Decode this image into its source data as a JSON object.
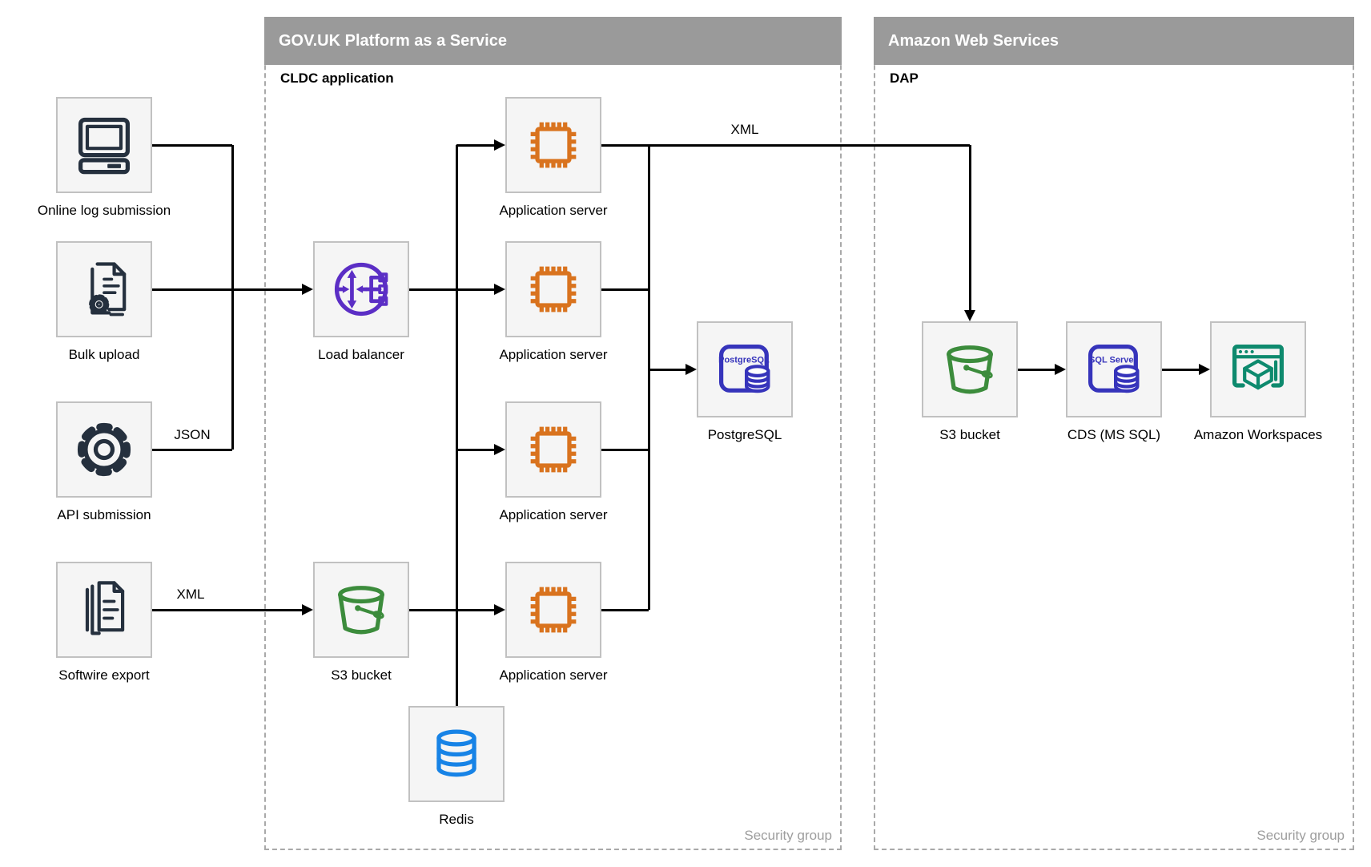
{
  "containers": {
    "paas": {
      "title": "GOV.UK Platform as a Service",
      "sublabel": "CLDC application",
      "security_label": "Security group"
    },
    "aws": {
      "title": "Amazon Web Services",
      "sublabel": "DAP",
      "security_label": "Security group"
    }
  },
  "nodes": {
    "online_log": {
      "label": "Online log submission",
      "icon": "desktop-computer-icon"
    },
    "bulk_upload": {
      "label": "Bulk upload",
      "icon": "document-gear-icon"
    },
    "api_submission": {
      "label": "API submission",
      "icon": "gear-icon"
    },
    "softwire_export": {
      "label": "Softwire export",
      "icon": "documents-stack-icon"
    },
    "load_balancer": {
      "label": "Load balancer",
      "icon": "load-balancer-icon"
    },
    "s3_paas": {
      "label": "S3 bucket",
      "icon": "s3-bucket-icon"
    },
    "app_server_1": {
      "label": "Application server",
      "icon": "chip-icon"
    },
    "app_server_2": {
      "label": "Application server",
      "icon": "chip-icon"
    },
    "app_server_3": {
      "label": "Application server",
      "icon": "chip-icon"
    },
    "app_server_4": {
      "label": "Application server",
      "icon": "chip-icon"
    },
    "postgresql": {
      "label": "PostgreSQL",
      "badge": "PostgreSQL",
      "icon": "postgresql-icon"
    },
    "redis": {
      "label": "Redis",
      "icon": "database-icon"
    },
    "s3_aws": {
      "label": "S3 bucket",
      "icon": "s3-bucket-icon"
    },
    "cds": {
      "label": "CDS (MS SQL)",
      "badge": "SQL Server",
      "icon": "sql-server-icon"
    },
    "workspaces": {
      "label": "Amazon Workspaces",
      "icon": "amazon-workspaces-icon"
    }
  },
  "edge_labels": {
    "json": "JSON",
    "xml_softwire": "XML",
    "xml_app": "XML"
  },
  "colors": {
    "header_bg": "#9a9a9a",
    "header_text": "#ffffff",
    "container_border": "#a9a9a9",
    "node_fill": "#f5f5f5",
    "node_border": "#c1c1c1",
    "security_text": "#9e9e9e",
    "edge": "#000000",
    "navy": "#25303e",
    "purple": "#5b2ec5",
    "orange": "#d9731e",
    "green": "#3c8c3c",
    "indigo": "#3634bb",
    "teal": "#0e8a6e",
    "redis_blue": "#1783e6"
  }
}
